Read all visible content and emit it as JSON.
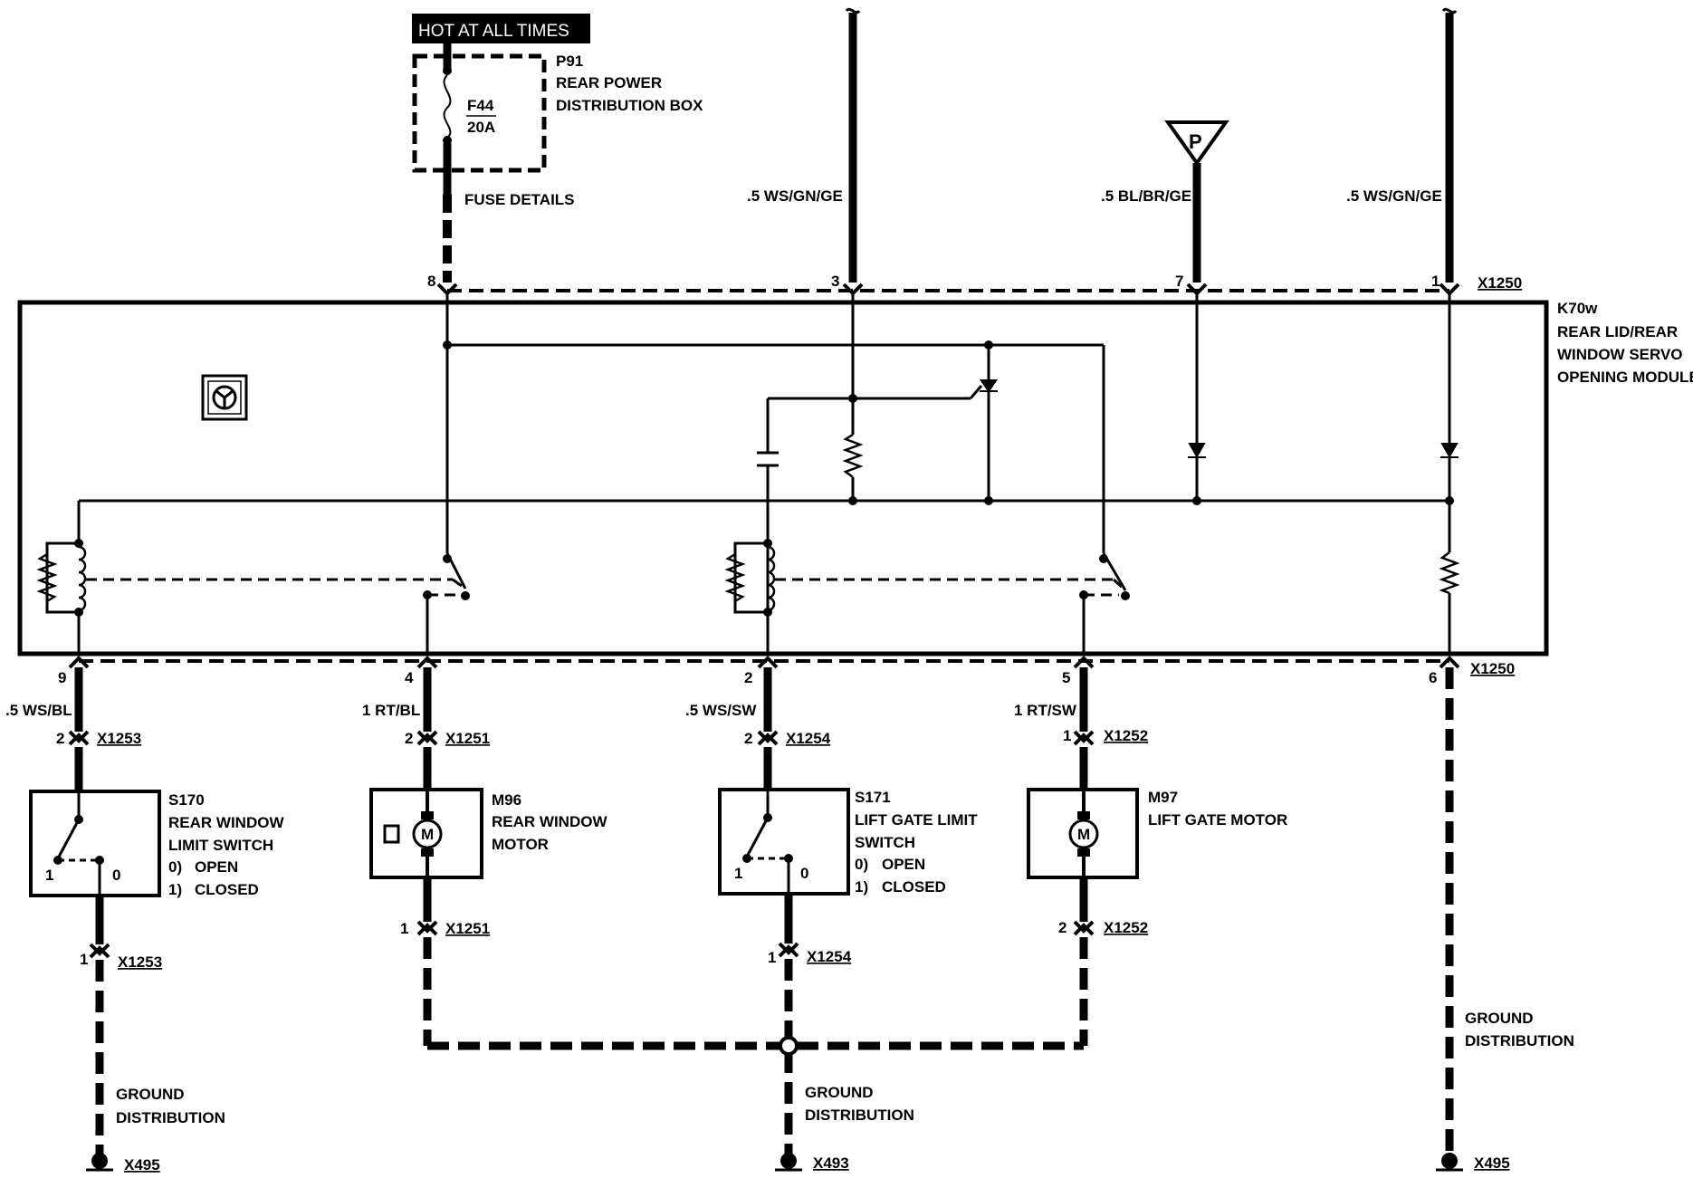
{
  "top": {
    "hot_label": "HOT AT ALL TIMES",
    "p91_id": "P91",
    "p91_line1": "REAR POWER",
    "p91_line2": "DISTRIBUTION BOX",
    "fuse_id": "F44",
    "fuse_amp": "20A",
    "fuse_details": "FUSE DETAILS",
    "wire_3": ".5 WS/GN/GE",
    "wire_7": ".5 BL/BR/GE",
    "wire_1": ".5 WS/GN/GE",
    "p_symbol": "P"
  },
  "connector_top": {
    "id": "X1250",
    "pin_8": "8",
    "pin_3": "3",
    "pin_7": "7",
    "pin_1": "1"
  },
  "module": {
    "id": "K70w",
    "line1": "REAR LID/REAR",
    "line2": "WINDOW SERVO",
    "line3": "OPENING MODULE"
  },
  "connector_bottom": {
    "id": "X1250",
    "pin_9": "9",
    "pin_4": "4",
    "pin_2": "2",
    "pin_5": "5",
    "pin_6": "6"
  },
  "wires_bottom": {
    "w9": ".5 WS/BL",
    "w4": "1 RT/BL",
    "w2": ".5 WS/SW",
    "w5": "1 RT/SW"
  },
  "connectors_upper": {
    "c1": {
      "pin": "2",
      "id": "X1253"
    },
    "c2": {
      "pin": "2",
      "id": "X1251"
    },
    "c3": {
      "pin": "2",
      "id": "X1254"
    },
    "c4": {
      "pin": "1",
      "id": "X1252"
    }
  },
  "components": {
    "s170": {
      "id": "S170",
      "line1": "REAR WINDOW",
      "line2": "LIMIT SWITCH",
      "pos0": "0)",
      "pos0_text": "OPEN",
      "pos1": "1)",
      "pos1_text": "CLOSED",
      "contact1": "1",
      "contact0": "0"
    },
    "m96": {
      "id": "M96",
      "line1": "REAR WINDOW",
      "line2": "MOTOR",
      "motor": "M"
    },
    "s171": {
      "id": "S171",
      "line1": "LIFT GATE LIMIT",
      "line2": "SWITCH",
      "pos0": "0)",
      "pos0_text": "OPEN",
      "pos1": "1)",
      "pos1_text": "CLOSED",
      "contact1": "1",
      "contact0": "0"
    },
    "m97": {
      "id": "M97",
      "line1": "LIFT GATE MOTOR",
      "motor": "M"
    }
  },
  "connectors_lower": {
    "c1": {
      "pin": "1",
      "id": "X1253"
    },
    "c2": {
      "pin": "1",
      "id": "X1251"
    },
    "c3": {
      "pin": "1",
      "id": "X1254"
    },
    "c4": {
      "pin": "2",
      "id": "X1252"
    }
  },
  "grounds": {
    "g1": {
      "line1": "GROUND",
      "line2": "DISTRIBUTION",
      "id": "X495"
    },
    "g2": {
      "line1": "GROUND",
      "line2": "DISTRIBUTION",
      "id": "X493"
    },
    "g3": {
      "line1": "GROUND",
      "line2": "DISTRIBUTION",
      "id": "X495"
    }
  }
}
